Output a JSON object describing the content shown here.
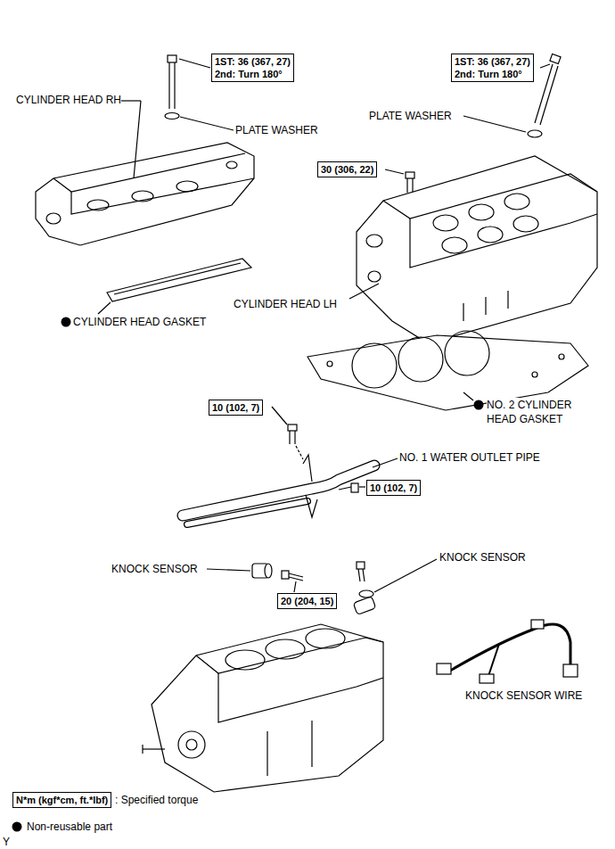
{
  "diagram": {
    "nodes": [
      {
        "text": [
          "1ST: 36 (367, 27)",
          "2nd: Turn 180°"
        ]
      },
      {
        "text": [
          "1ST: 36 (367, 27)",
          "2nd: Turn 180°"
        ]
      },
      {
        "text": [
          "30 (306, 22)"
        ]
      },
      {
        "text": [
          "10 (102, 7)"
        ]
      },
      {
        "text": [
          "10 (102, 7)"
        ]
      },
      {
        "text": [
          "20 (204, 15)"
        ]
      },
      {
        "text": [
          "N*m (kgf*cm, ft.*lbf)"
        ]
      }
    ],
    "labels": [
      "CYLINDER HEAD RH",
      "PLATE WASHER",
      "PLATE WASHER",
      "CYLINDER HEAD LH",
      "CYLINDER HEAD GASKET",
      "NO. 2 CYLINDER HEAD GASKET",
      "NO. 1 WATER OUTLET PIPE",
      "KNOCK SENSOR",
      "KNOCK SENSOR",
      "KNOCK SENSOR WIRE",
      "Y"
    ],
    "legend": [
      {
        "text": ": Specified torque"
      },
      {
        "text": "Non-reusable part"
      }
    ]
  }
}
